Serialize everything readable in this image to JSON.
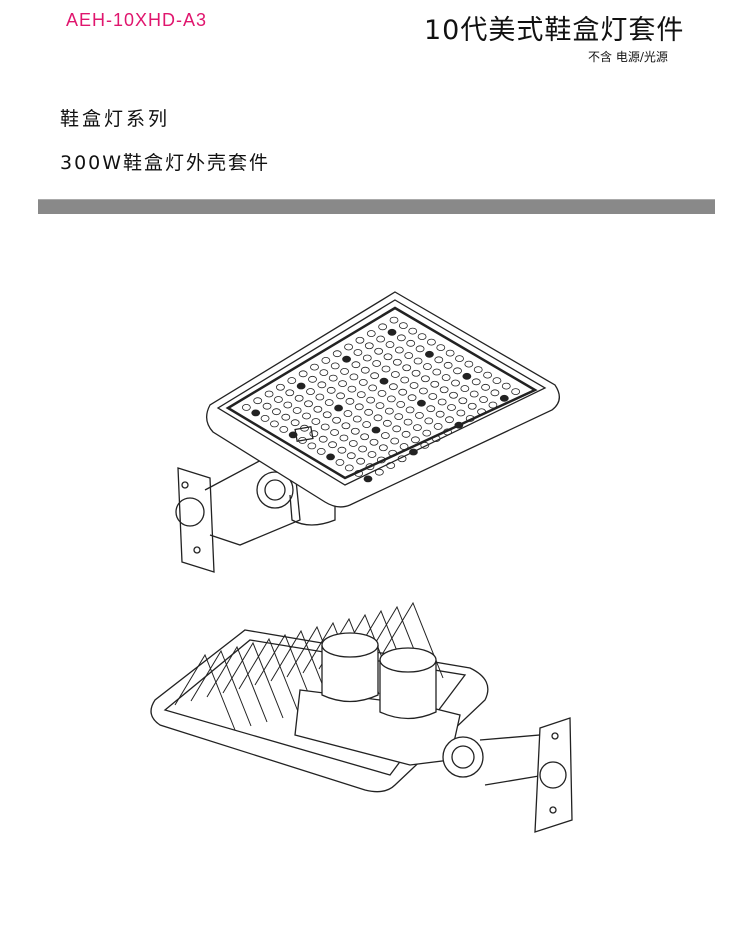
{
  "header": {
    "model_code": "AEH-10XHD-A3",
    "title": "10代美式鞋盒灯套件",
    "subtitle": "不含 电源/光源"
  },
  "content": {
    "series": "鞋盒灯系列",
    "kit_name": "300W鞋盒灯外壳套件"
  },
  "colors": {
    "model_code": "#e0166e",
    "divider": "#898989"
  }
}
